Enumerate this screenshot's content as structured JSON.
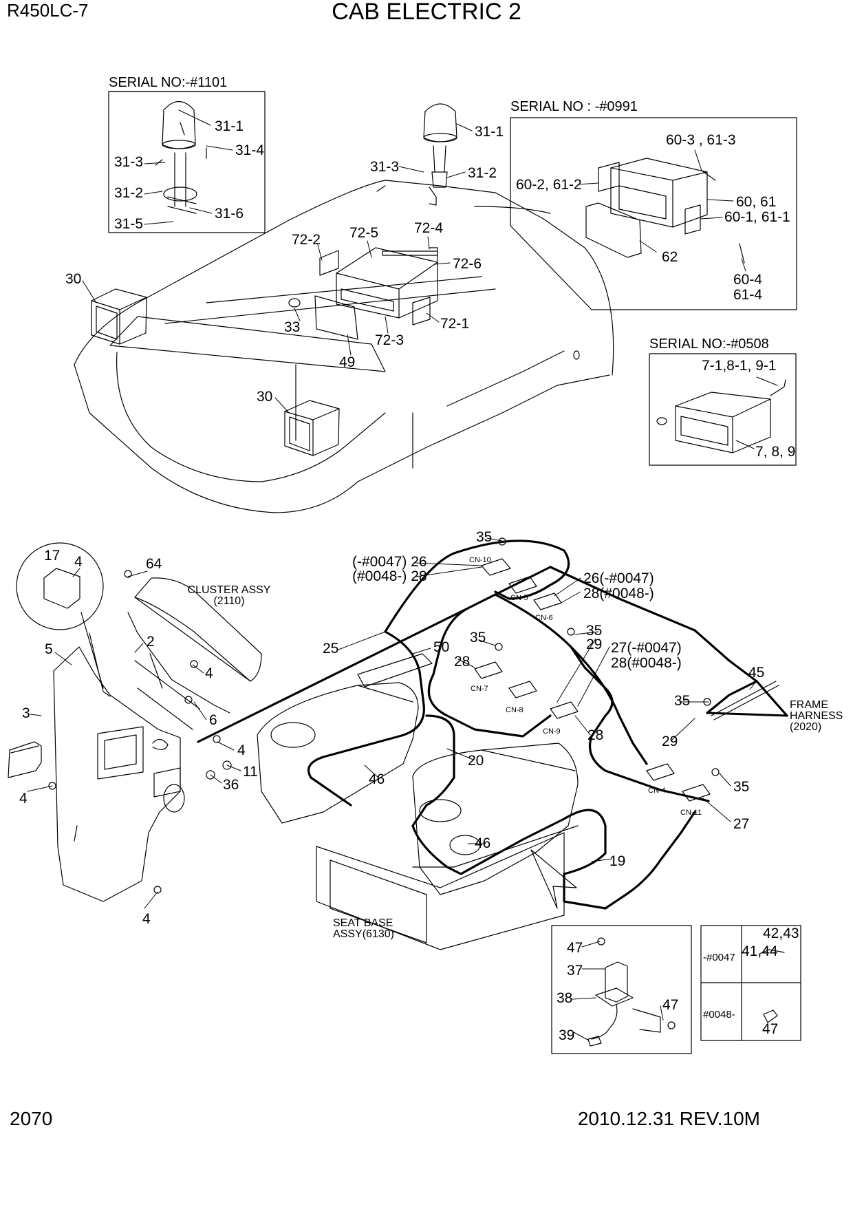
{
  "header": {
    "model": "R450LC-7",
    "title": "CAB ELECTRIC 2"
  },
  "footer": {
    "page_number": "2070",
    "revision": "2010.12.31  REV.10M"
  },
  "serial_boxes": {
    "beacon": "SERIAL NO:-#1101",
    "radio": "SERIAL NO : -#0991",
    "cassette": "SERIAL NO:-#0508"
  },
  "references": {
    "cluster": [
      "CLUSTER ASSY",
      "(2110)"
    ],
    "frame": [
      "FRAME",
      "HARNESS",
      "(2020)"
    ],
    "seat": [
      "SEAT BASE",
      "ASSY(6130)"
    ]
  },
  "table": {
    "row1_serial": "-#0047",
    "row1_parts_a": "42,43",
    "row1_parts_b": "41,44",
    "row2_serial": "#0048-",
    "row2_part": "47"
  },
  "connectors": [
    "CN-10",
    "CN-5",
    "CN-6",
    "CN-7",
    "CN-8",
    "CN-9",
    "CN-4",
    "CN-11"
  ],
  "callouts": {
    "beacon_box": [
      "31-1",
      "31-4",
      "31-3",
      "31-2",
      "31-5",
      "31-6"
    ],
    "beacon_main": [
      "31-1",
      "31-3",
      "31-2"
    ],
    "radio_box": [
      "60-3 , 61-3",
      "60-2, 61-2",
      "60, 61",
      "60-1, 61-1",
      "62",
      "60-4",
      "61-4"
    ],
    "cassette_box": [
      "7-1,8-1, 9-1",
      "7, 8, 9"
    ],
    "roof": [
      "72-2",
      "72-5",
      "72-4",
      "72-6",
      "72-1",
      "72-3",
      "33",
      "49",
      "30",
      "30"
    ],
    "lower": [
      "17",
      "4",
      "64",
      "5",
      "2",
      "4",
      "3",
      "6",
      "4",
      "11",
      "36",
      "4",
      "4",
      "25",
      "50",
      "35",
      "(-#0047) 26",
      "(#0048-) 28",
      "26(-#0047)",
      "28(#0048-)",
      "35",
      "28",
      "35",
      "29",
      "27(-#0047)",
      "28(#0048-)",
      "45",
      "35",
      "29",
      "28",
      "20",
      "46",
      "46",
      "19",
      "35",
      "27",
      "37",
      "47",
      "38",
      "39",
      "47"
    ]
  }
}
